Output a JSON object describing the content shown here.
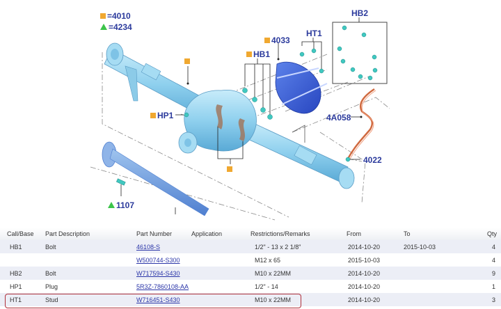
{
  "diagram": {
    "legend": [
      {
        "symbol": "square",
        "color": "#f0a830",
        "text": "=4010"
      },
      {
        "symbol": "triangle",
        "color": "#3cc44a",
        "text": "=4234"
      }
    ],
    "callouts": {
      "hb2": "HB2",
      "ht1": "HT1",
      "c4033": "4033",
      "hb1": "HB1",
      "hp1": "HP1",
      "c4a058": "4A058",
      "c4022": "4022",
      "c1107": "1107"
    }
  },
  "table": {
    "headers": {
      "call_base": "Call/Base",
      "part_description": "Part Description",
      "part_number": "Part Number",
      "application": "Application",
      "restrictions": "Restrictions/Remarks",
      "from": "From",
      "to": "To",
      "qty": "Qty"
    },
    "rows": [
      {
        "call_base": "HB1",
        "description": "Bolt",
        "part_number": "46108-S",
        "application": "",
        "restrictions": "1/2\" - 13 x 2 1/8\"",
        "from": "2014-10-20",
        "to": "2015-10-03",
        "qty": "4"
      },
      {
        "call_base": "",
        "description": "",
        "part_number": "W500744-S300",
        "application": "",
        "restrictions": "M12 x 65",
        "from": "2015-10-03",
        "to": "",
        "qty": "4"
      },
      {
        "call_base": "HB2",
        "description": "Bolt",
        "part_number": "W717594-S430",
        "application": "",
        "restrictions": "M10 x 22MM",
        "from": "2014-10-20",
        "to": "",
        "qty": "9"
      },
      {
        "call_base": "HP1",
        "description": "Plug",
        "part_number": "5R3Z-7860108-AA",
        "application": "",
        "restrictions": "1/2\" - 14",
        "from": "2014-10-20",
        "to": "",
        "qty": "1"
      },
      {
        "call_base": "HT1",
        "description": "Stud",
        "part_number": "W716451-S430",
        "application": "",
        "restrictions": "M10 x 22MM",
        "from": "2014-10-20",
        "to": "",
        "qty": "3"
      }
    ],
    "highlighted_row": "HT1"
  },
  "colors": {
    "callout_text": "#2b3a9c",
    "axle": "#8ccbe8",
    "cover": "#3a5fd0",
    "link": "#2a35a8",
    "highlight_border": "#b0303a"
  }
}
